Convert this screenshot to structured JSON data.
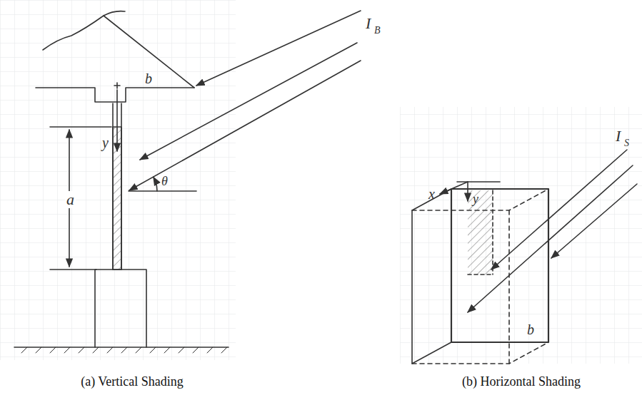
{
  "diagram": {
    "labels": [
      "I",
      "B",
      "b",
      "y",
      "θ",
      "a",
      "x",
      "y",
      "b",
      "I",
      "S",
      "(a) Vertical Shading",
      "(b) Horizontal Shading"
    ]
  }
}
